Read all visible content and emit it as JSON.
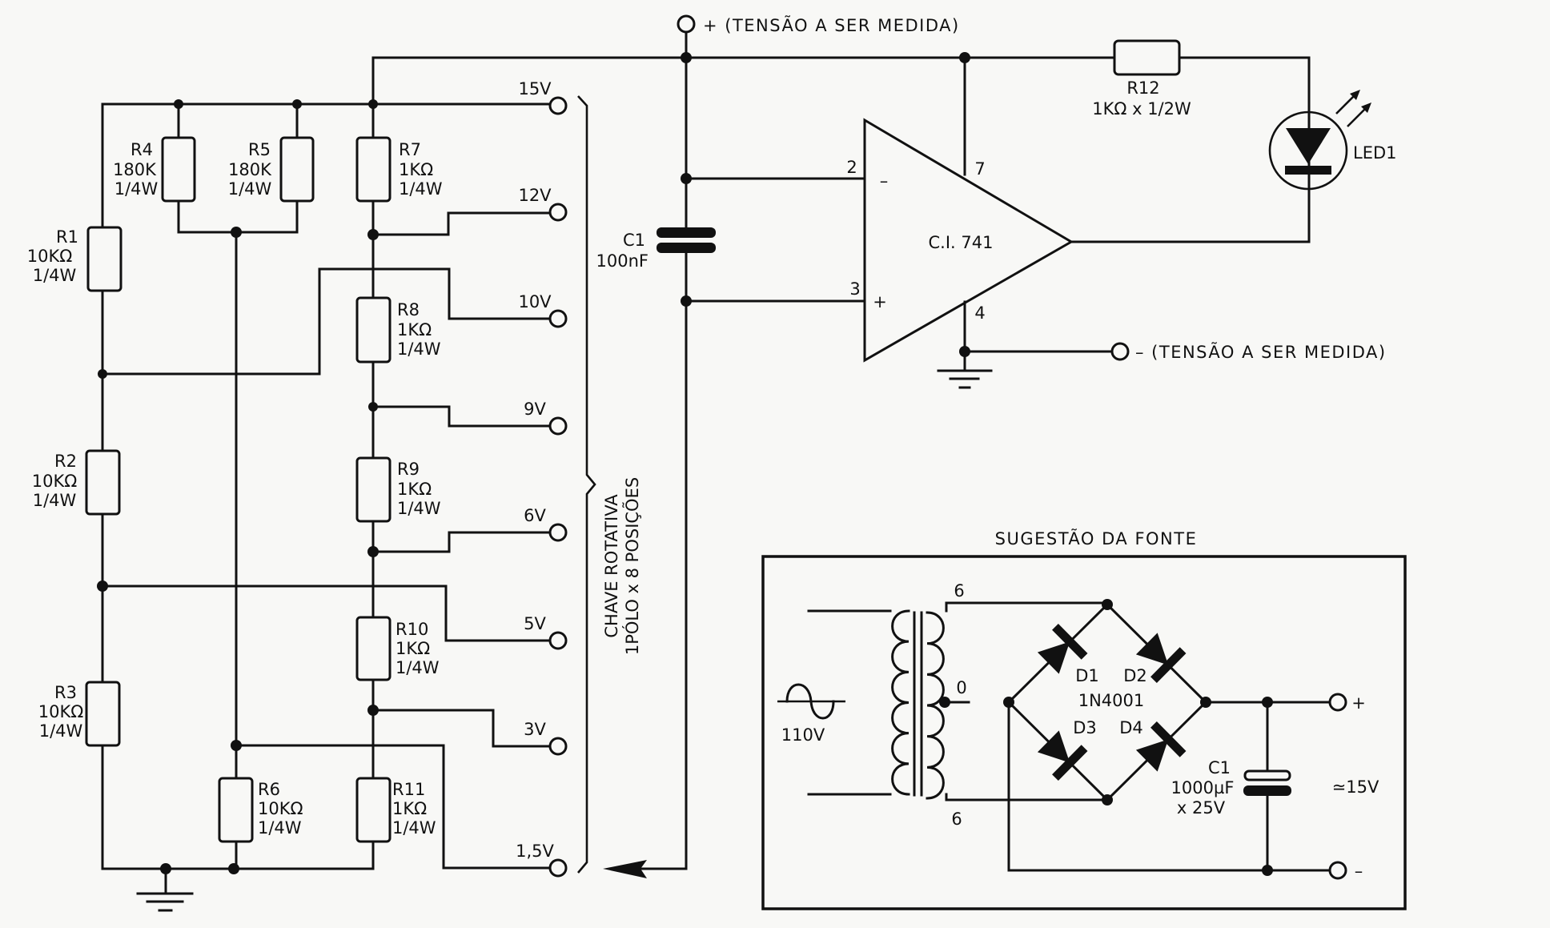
{
  "diagram": {
    "type": "circuit-schematic",
    "title_hint": "Voltage level indicator with op-amp comparator",
    "measured_input": {
      "positive_label": "+ (TENSÃO A SER MEDIDA)",
      "negative_label": "– (TENSÃO A SER MEDIDA)"
    },
    "resistors": [
      {
        "id": "R1",
        "value": "10KΩ",
        "power": "1/4W"
      },
      {
        "id": "R2",
        "value": "10KΩ",
        "power": "1/4W"
      },
      {
        "id": "R3",
        "value": "10KΩ",
        "power": "1/4W"
      },
      {
        "id": "R4",
        "value": "180K",
        "power": "1/4W"
      },
      {
        "id": "R5",
        "value": "180K",
        "power": "1/4W"
      },
      {
        "id": "R6",
        "value": "10KΩ",
        "power": "1/4W"
      },
      {
        "id": "R7",
        "value": "1KΩ",
        "power": "1/4W"
      },
      {
        "id": "R8",
        "value": "1KΩ",
        "power": "1/4W"
      },
      {
        "id": "R9",
        "value": "1KΩ",
        "power": "1/4W"
      },
      {
        "id": "R10",
        "value": "1KΩ",
        "power": "1/4W"
      },
      {
        "id": "R11",
        "value": "1KΩ",
        "power": "1/4W"
      },
      {
        "id": "R12",
        "value": "1KΩ x 1/2W"
      }
    ],
    "switch_taps": [
      "15V",
      "12V",
      "10V",
      "9V",
      "6V",
      "5V",
      "3V",
      "1,5V"
    ],
    "switch_label": [
      "CHAVE ROTATIVA",
      "1PÓLO x 8 POSIÇÕES"
    ],
    "capacitor": {
      "id": "C1",
      "value": "100nF"
    },
    "opamp": {
      "label": "C.I. 741",
      "pins": {
        "inv": "2",
        "noninv": "3",
        "vplus": "7",
        "vminus": "4"
      },
      "inv_sign": "–",
      "noninv_sign": "+"
    },
    "led": {
      "id": "LED1"
    },
    "power_supply": {
      "title": "SUGESTÃO DA FONTE",
      "mains": "110V",
      "secondary_top": "6",
      "secondary_center": "0",
      "secondary_bottom": "6",
      "diodes": [
        "D1",
        "D2",
        "D3",
        "D4"
      ],
      "diode_part": "1N4001",
      "cap_id": "C1",
      "cap_value": "1000µF",
      "cap_rating": "x 25V",
      "output": "≃15V",
      "out_plus": "+",
      "out_minus": "–"
    }
  }
}
